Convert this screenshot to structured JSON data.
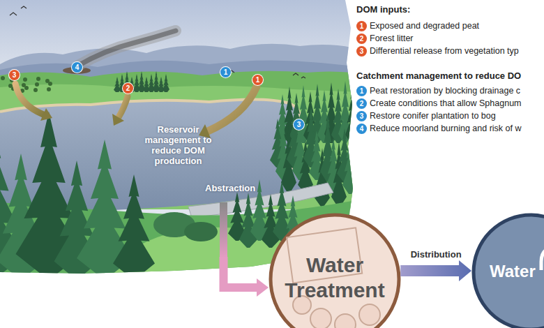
{
  "diagram": {
    "nodes": [
      {
        "text": [
          "Water Treatment"
        ]
      },
      {
        "text": [
          "Water"
        ]
      }
    ],
    "edges": [
      {
        "from": 0,
        "to": 1,
        "arrow": "to",
        "label": "Distribution"
      }
    ],
    "labels": [
      "DOM inputs:",
      "1",
      "Exposed and degraded peat",
      "2",
      "Forest litter",
      "3",
      "Differential release from vegetation typ",
      "Catchment management to reduce DO",
      "1",
      "Peat restoration by blocking drainage c",
      "2",
      "Create conditions that allow Sphagnum",
      "3",
      "Restore conifer plantation to bog",
      "4",
      "Reduce moorland burning and risk of w",
      "3",
      "2",
      "4",
      "1",
      "1",
      "3",
      "Reservoir management to reduce DOM production",
      "Abstraction"
    ]
  }
}
